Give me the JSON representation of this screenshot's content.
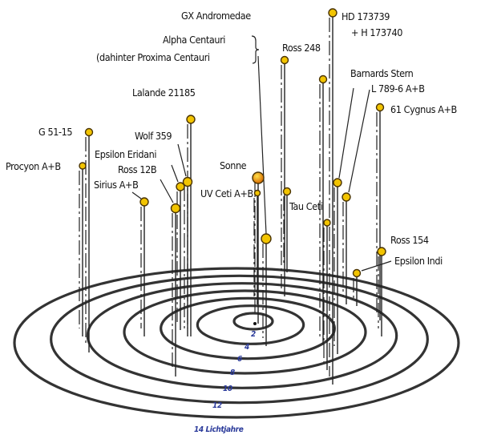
{
  "title": "Sterne in der Nachbarschaft der Sonne",
  "rings": [
    "2",
    "4",
    "6",
    "8",
    "10",
    "12",
    "14 Lichtjahre"
  ],
  "stars": [
    {
      "id": "hd173739",
      "labels": [
        "HD 173739",
        "+ H 173740"
      ],
      "color": "#f2c400"
    },
    {
      "id": "gx-andromedae",
      "labels": [
        "GX Andromedae"
      ],
      "color": "#f2c400"
    },
    {
      "id": "alpha-centauri",
      "labels": [
        "Alpha Centauri",
        "(dahinter Proxima Centauri"
      ],
      "color": "#f2c400"
    },
    {
      "id": "ross-248",
      "labels": [
        "Ross 248"
      ],
      "color": "#f2c400"
    },
    {
      "id": "unlabeled-1",
      "labels": [],
      "color": "#f2c400"
    },
    {
      "id": "barnards-stern",
      "labels": [
        "Barnards Stern"
      ],
      "color": "#f2c400"
    },
    {
      "id": "l789-6",
      "labels": [
        "L 789-6 A+B"
      ],
      "color": "#f2c400"
    },
    {
      "id": "61-cygnus",
      "labels": [
        "61 Cygnus A+B"
      ],
      "color": "#f2c400"
    },
    {
      "id": "lalande-21185",
      "labels": [
        "Lalande 21185"
      ],
      "color": "#f2c400"
    },
    {
      "id": "g51-15",
      "labels": [
        "G 51-15"
      ],
      "color": "#f2c400"
    },
    {
      "id": "procyon",
      "labels": [
        "Procyon A+B"
      ],
      "color": "#f2c400"
    },
    {
      "id": "wolf-359",
      "labels": [
        "Wolf 359"
      ],
      "color": "#f2c400"
    },
    {
      "id": "epsilon-eridani",
      "labels": [
        "Epsilon Eridani"
      ],
      "color": "#f2c400"
    },
    {
      "id": "ross-12b",
      "labels": [
        "Ross 12B"
      ],
      "color": "#f2c400"
    },
    {
      "id": "sirius",
      "labels": [
        "Sirius A+B"
      ],
      "color": "#f2c400"
    },
    {
      "id": "sonne",
      "labels": [
        "Sonne"
      ],
      "color": "#f29a00"
    },
    {
      "id": "uv-ceti",
      "labels": [
        "UV Ceti A+B"
      ],
      "color": "#f2c400"
    },
    {
      "id": "tau-ceti",
      "labels": [
        "Tau Ceti"
      ],
      "color": "#f2c400"
    },
    {
      "id": "unlabeled-2",
      "labels": [],
      "color": "#f2c400"
    },
    {
      "id": "ross-154",
      "labels": [
        "Ross 154"
      ],
      "color": "#f2c400"
    },
    {
      "id": "epsilon-indi",
      "labels": [
        "Epsilon Indi"
      ],
      "color": "#f2c400"
    }
  ]
}
